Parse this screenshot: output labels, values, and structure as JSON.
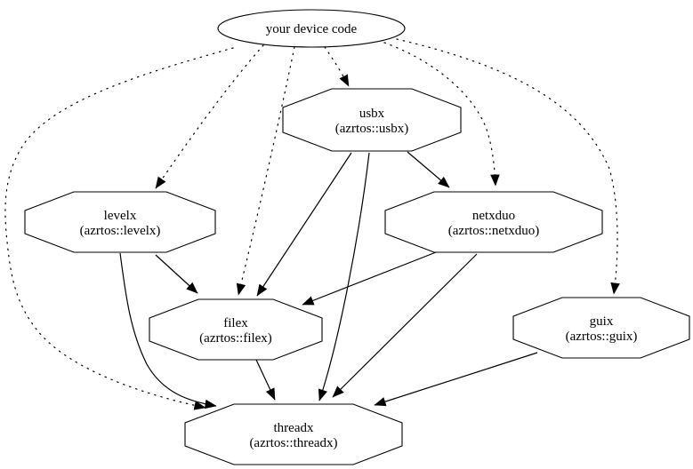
{
  "colors": {
    "background": "#ffffff",
    "line": "#000000",
    "node_fill": "#ffffff",
    "text": "#000000"
  },
  "diagram": {
    "type": "dependency-graph",
    "nodes": [
      {
        "id": "device",
        "shape": "ellipse",
        "label": "your device code",
        "sublabel": ""
      },
      {
        "id": "usbx",
        "shape": "octagon",
        "label": "usbx",
        "sublabel": "(azrtos::usbx)"
      },
      {
        "id": "levelx",
        "shape": "octagon",
        "label": "levelx",
        "sublabel": "(azrtos::levelx)"
      },
      {
        "id": "netxduo",
        "shape": "octagon",
        "label": "netxduo",
        "sublabel": "(azrtos::netxduo)"
      },
      {
        "id": "filex",
        "shape": "octagon",
        "label": "filex",
        "sublabel": "(azrtos::filex)"
      },
      {
        "id": "guix",
        "shape": "octagon",
        "label": "guix",
        "sublabel": "(azrtos::guix)"
      },
      {
        "id": "threadx",
        "shape": "octagon",
        "label": "threadx",
        "sublabel": "(azrtos::threadx)"
      }
    ],
    "edges": [
      {
        "from": "device",
        "to": "usbx",
        "style": "dotted"
      },
      {
        "from": "device",
        "to": "levelx",
        "style": "dotted"
      },
      {
        "from": "device",
        "to": "netxduo",
        "style": "dotted"
      },
      {
        "from": "device",
        "to": "filex",
        "style": "dotted"
      },
      {
        "from": "device",
        "to": "guix",
        "style": "dotted"
      },
      {
        "from": "device",
        "to": "threadx",
        "style": "dotted"
      },
      {
        "from": "usbx",
        "to": "netxduo",
        "style": "solid"
      },
      {
        "from": "usbx",
        "to": "filex",
        "style": "solid"
      },
      {
        "from": "usbx",
        "to": "threadx",
        "style": "solid"
      },
      {
        "from": "levelx",
        "to": "filex",
        "style": "solid"
      },
      {
        "from": "levelx",
        "to": "threadx",
        "style": "solid"
      },
      {
        "from": "netxduo",
        "to": "filex",
        "style": "solid"
      },
      {
        "from": "netxduo",
        "to": "threadx",
        "style": "solid"
      },
      {
        "from": "filex",
        "to": "threadx",
        "style": "solid"
      },
      {
        "from": "guix",
        "to": "threadx",
        "style": "solid"
      }
    ]
  }
}
